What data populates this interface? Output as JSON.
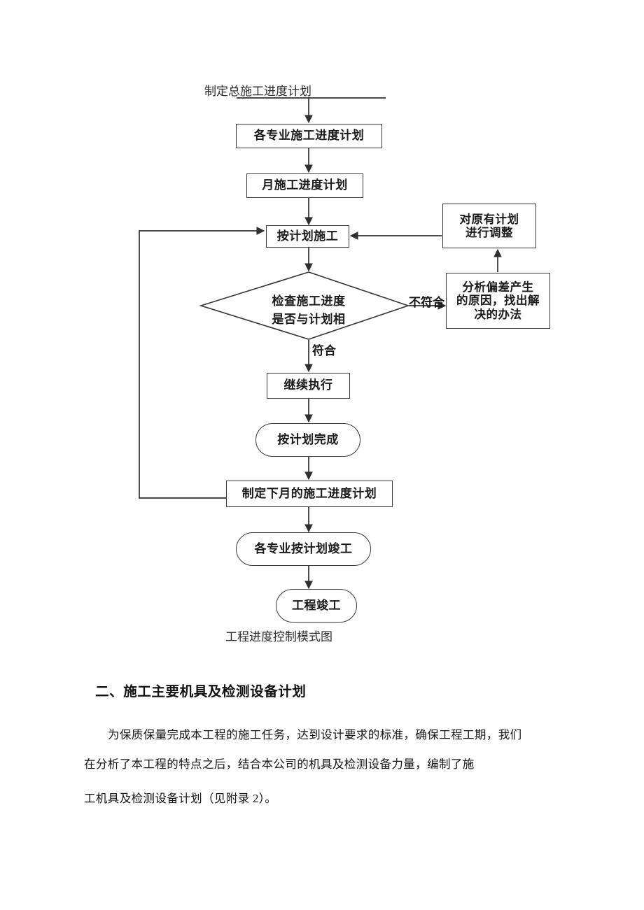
{
  "document": {
    "flowchart": {
      "title_label": "制定总施工进度计划",
      "caption": "工程进度控制模式图",
      "nodes": {
        "specialty_plan": "各专业施工进度计划",
        "monthly_plan": "月施工进度计划",
        "construct_by_plan": "按计划施工",
        "check_decision_line1": "检查施工进度",
        "check_decision_line2": "是否与计划相",
        "adjust_plan_line1": "对原有计划",
        "adjust_plan_line2": "进行调整",
        "analyze_line1": "分析偏差产生",
        "analyze_line2": "的原因，找出解",
        "analyze_line3": "决的办法",
        "continue_exec": "继续执行",
        "complete_by_plan": "按计划完成",
        "next_month_plan": "制定下月的施工进度计划",
        "specialty_complete": "各专业按计划竣工",
        "project_complete": "工程竣工"
      },
      "edge_labels": {
        "not_conform": "不符合",
        "conform": "符合"
      },
      "colors": {
        "stroke": "#3a3a3a",
        "text": "#1a1a1a",
        "background": "#ffffff"
      }
    },
    "section": {
      "heading": "二、施工主要机具及检测设备计划",
      "paragraph_line1": "为保质保量完成本工程的施工任务，达到设计要求的标准，确保工程工期，我们",
      "paragraph_line2": "在分析了本工程的特点之后，结合本公司的机具及检测设备力量，编制了施",
      "paragraph_line3": "工机具及检测设备计划（见附录 2）。"
    }
  }
}
